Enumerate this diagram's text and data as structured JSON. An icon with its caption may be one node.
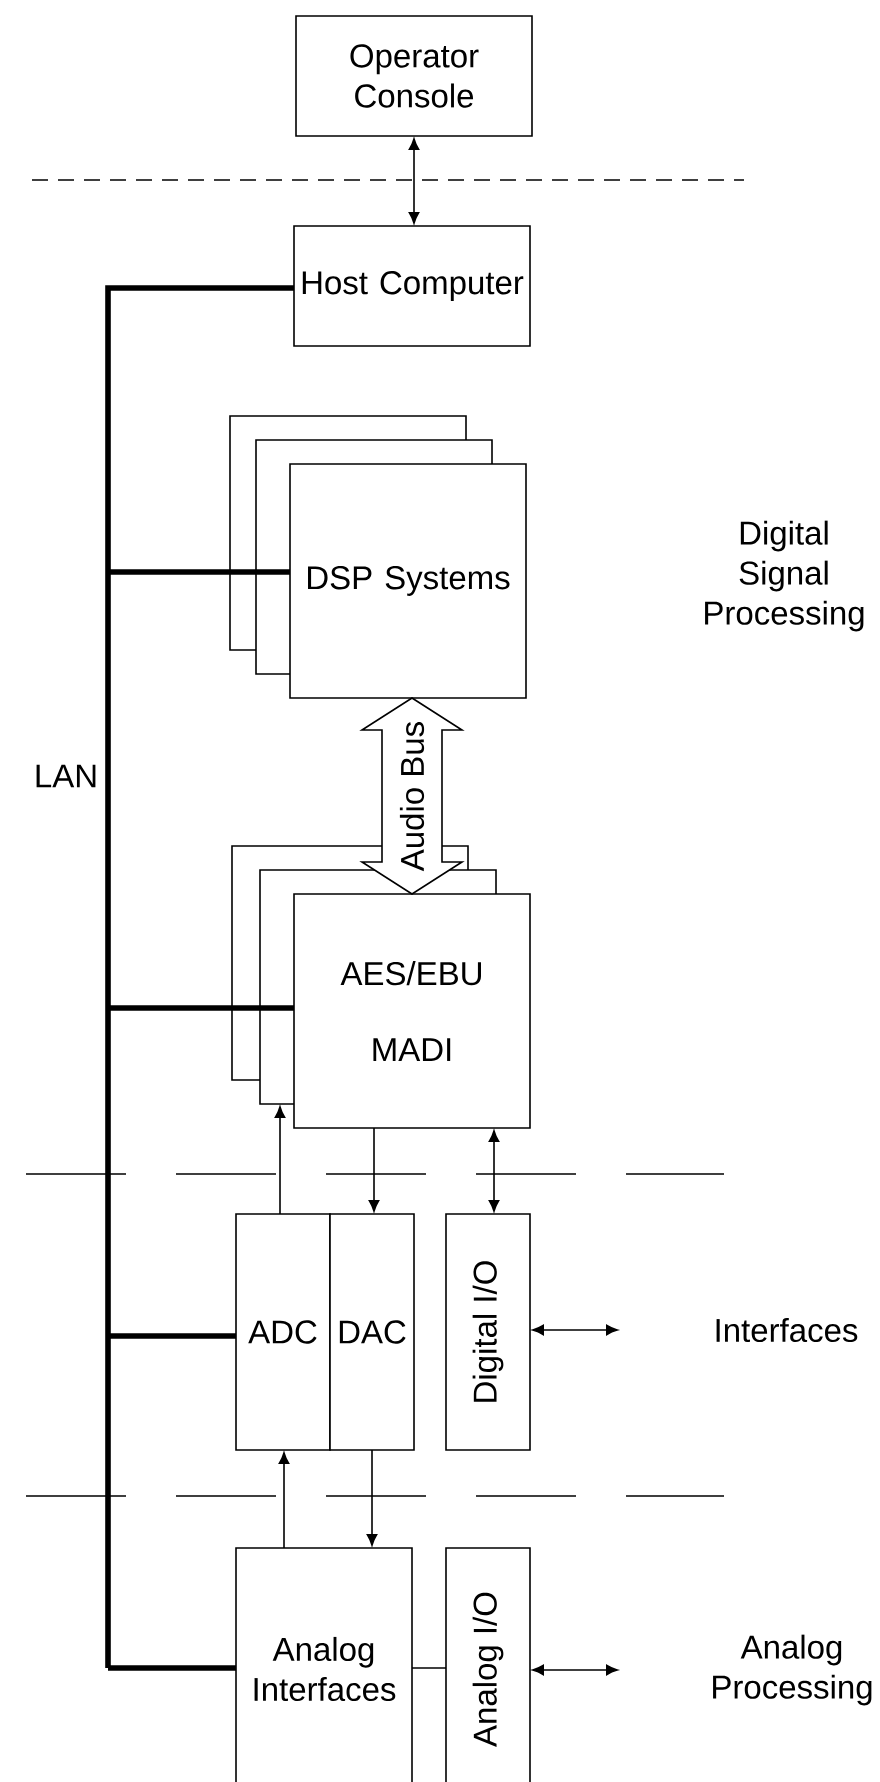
{
  "diagram": {
    "nodes": [
      {
        "text": [
          "Operator Console"
        ]
      },
      {
        "text": [
          "Host Computer"
        ]
      },
      {
        "text": [
          "DSP Systems"
        ]
      },
      {
        "text": [
          "AES/EBU",
          "MADI"
        ]
      },
      {
        "text": [
          "ADC"
        ]
      },
      {
        "text": [
          "DAC"
        ]
      },
      {
        "text": [
          "Digital I/O"
        ]
      },
      {
        "text": [
          "Analog Interfaces"
        ]
      },
      {
        "text": [
          "Analog I/O"
        ]
      }
    ],
    "edges": [
      {
        "from": 0,
        "to": 1,
        "arrow": "both"
      },
      {
        "from": 1,
        "to": 2,
        "arrow": "none",
        "style": "thick"
      },
      {
        "from": 1,
        "to": 3,
        "arrow": "none",
        "style": "thick"
      },
      {
        "from": 1,
        "to": 4,
        "arrow": "none",
        "style": "thick"
      },
      {
        "from": 1,
        "to": 7,
        "arrow": "none",
        "style": "thick"
      },
      {
        "from": 2,
        "to": 3,
        "arrow": "both",
        "label": "Audio Bus"
      },
      {
        "from": 4,
        "to": 3,
        "arrow": "to"
      },
      {
        "from": 3,
        "to": 5,
        "arrow": "to"
      },
      {
        "from": 3,
        "to": 6,
        "arrow": "both"
      },
      {
        "from": 7,
        "to": 4,
        "arrow": "to"
      },
      {
        "from": 5,
        "to": 7,
        "arrow": "to"
      },
      {
        "from": 7,
        "to": 8,
        "arrow": "none"
      },
      {
        "from": 6,
        "to": null,
        "arrow": "both"
      },
      {
        "from": 8,
        "to": null,
        "arrow": "both"
      }
    ],
    "labels": [
      "LAN",
      "Digital Signal Processing",
      "Interfaces",
      "Analog Processing"
    ]
  }
}
